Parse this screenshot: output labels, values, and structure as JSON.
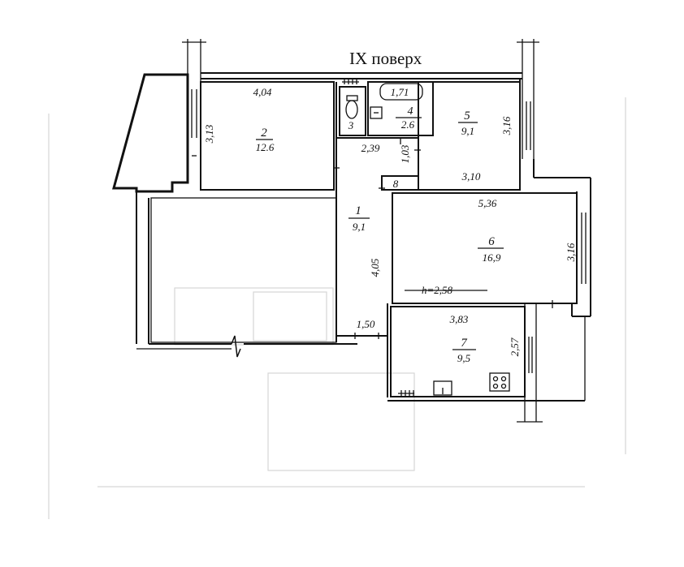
{
  "title": "IX поверх",
  "rooms": [
    {
      "num": "1",
      "area": "9,1"
    },
    {
      "num": "2",
      "area": "12.6"
    },
    {
      "num": "3",
      "area": ""
    },
    {
      "num": "4",
      "area": "2.6"
    },
    {
      "num": "5",
      "area": "9,1"
    },
    {
      "num": "6",
      "area": "16,9"
    },
    {
      "num": "7",
      "area": "9,5"
    },
    {
      "num": "8",
      "area": ""
    }
  ],
  "dimensions": {
    "d_404": "4,04",
    "d_313": "3,13",
    "d_171": "1,71",
    "d_239": "2,39",
    "d_103": "1,03",
    "d_316_top": "3,16",
    "d_310": "3,10",
    "d_536": "5,36",
    "d_405": "4,05",
    "d_316_right": "3,16",
    "d_h": "h=2,58",
    "d_150": "1,50",
    "d_383": "3,83",
    "d_257": "2,57"
  }
}
